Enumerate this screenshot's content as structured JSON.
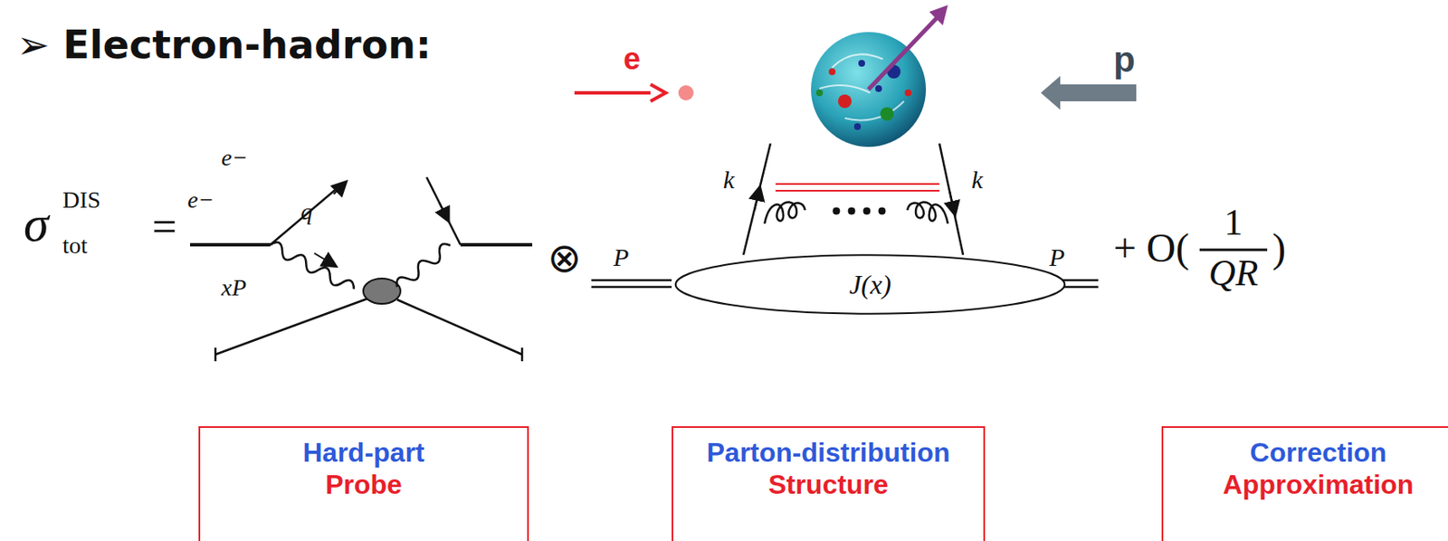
{
  "diagram": {
    "title": "➢ Electron-hadron:",
    "nodes": [
      {
        "text": [
          "Hard-part",
          "Probe"
        ]
      },
      {
        "text": [
          "Parton-distribution",
          "Structure"
        ]
      },
      {
        "text": [
          "Correction",
          "Approximation"
        ]
      },
      {
        "text": [
          "J(x)"
        ]
      }
    ],
    "labels": [
      "e",
      "p",
      "σ",
      "DIS",
      "tot",
      "=",
      "e−",
      "e−",
      "q",
      "xP",
      "⊗",
      "k",
      "k",
      "P",
      "P",
      "+ O(",
      "1",
      "QR",
      ")"
    ]
  }
}
